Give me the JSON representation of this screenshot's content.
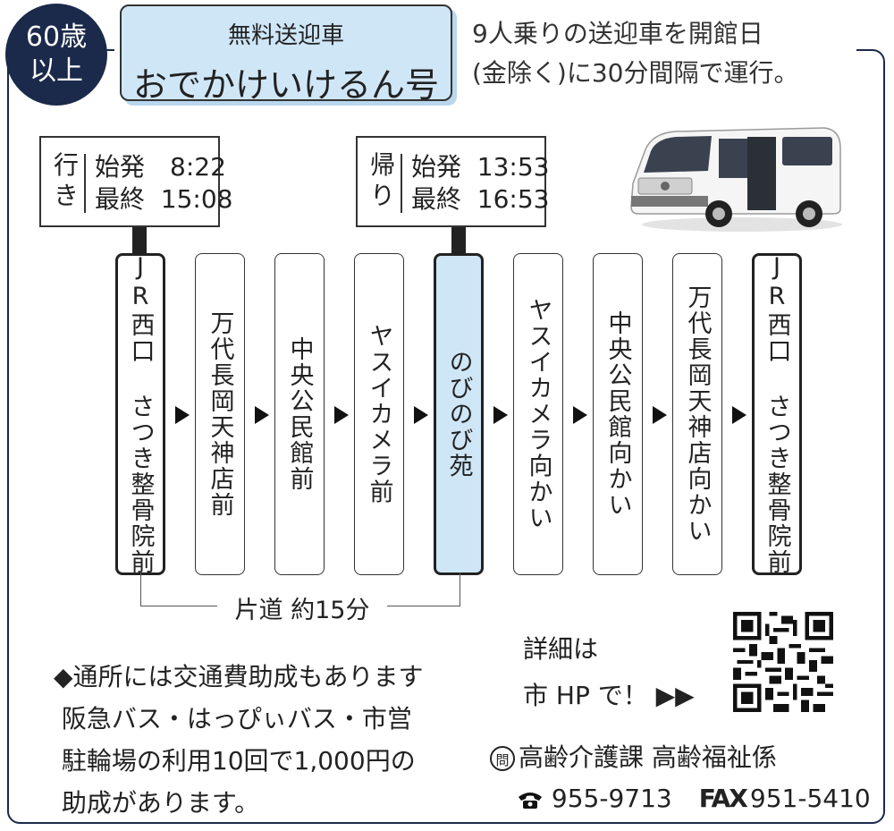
{
  "badge": {
    "line1": "60歳",
    "line2": "以上"
  },
  "title": {
    "sub": "無料送迎車",
    "main": "おでかけいけるん号"
  },
  "description": {
    "line1": "9人乗りの送迎車を開館日",
    "line2": "(金除く)に30分間隔で運行。"
  },
  "outbound": {
    "label": "行き",
    "first": "始発　8:22",
    "last": "最終  15:08"
  },
  "return": {
    "label": "帰り",
    "first": "始発  13:53",
    "last": "最終  16:53"
  },
  "stops": [
    {
      "name": "JR西口 さつき整骨院前"
    },
    {
      "name": "万代長岡天神店前"
    },
    {
      "name": "中央公民館前"
    },
    {
      "name": "ヤスイカメラ前"
    },
    {
      "name": "のびのび苑"
    },
    {
      "name": "ヤスイカメラ向かい"
    },
    {
      "name": "中央公民館向かい"
    },
    {
      "name": "万代長岡天神店向かい"
    },
    {
      "name": "JR西口 さつき整骨院前"
    }
  ],
  "one_way": "片道 約15分",
  "notes": {
    "line1": "◆通所には交通費助成もあります",
    "line2": " 阪急バス・はっぴぃバス・市営",
    "line3": " 駐輪場の利用10回で1,000円の",
    "line4": " 助成があります。"
  },
  "detail": {
    "line1": "詳細は",
    "line2": "市 HP で！ ▶▶"
  },
  "contact": {
    "inquiry_mark": "問",
    "department": "高齢介護課 高齢福祉係",
    "phone_icon": "phone-icon",
    "phone": "955-9713",
    "fax_label": "FAX",
    "fax": "951-5410"
  },
  "colors": {
    "navy": "#1b2a4a",
    "light_blue": "#cfe6f7"
  }
}
